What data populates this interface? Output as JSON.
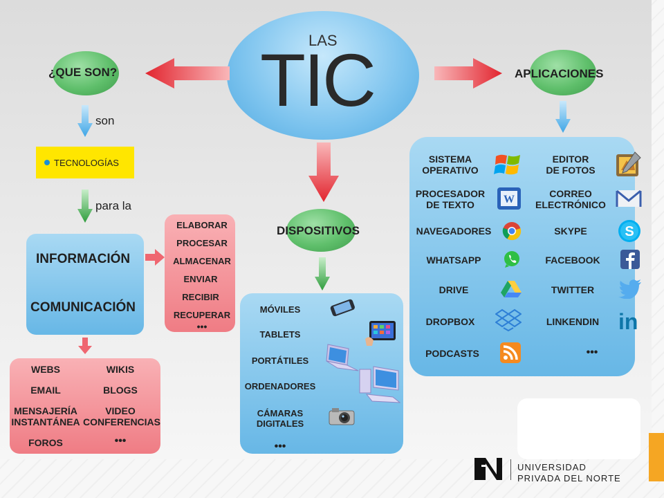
{
  "center": {
    "las": "LAS",
    "tic": "TIC"
  },
  "que_son": "¿QUE SON?",
  "son": "son",
  "tecnologias": "TECNOLOGÍAS",
  "para_la": "para la",
  "info_box": {
    "informacion": "INFORMACIÓN",
    "comunicacion": "COMUNICACIÓN"
  },
  "acciones": [
    "ELABORAR",
    "PROCESAR",
    "ALMACENAR",
    "ENVIAR",
    "RECIBIR",
    "RECUPERAR",
    "•••"
  ],
  "servicios": {
    "webs": "WEBS",
    "wikis": "WIKIS",
    "email": "EMAIL",
    "blogs": "BLOGS",
    "mensajeria": [
      "MENSAJERÍA",
      "INSTANTÁNEA"
    ],
    "video": [
      "VIDEO",
      "CONFERENCIAS"
    ],
    "foros": "FOROS",
    "more": "•••"
  },
  "dispositivos": {
    "title": "DISPOSITIVOS",
    "items": [
      "MÓVILES",
      "TABLETS",
      "PORTÁTILES",
      "ORDENADORES"
    ],
    "camaras": [
      "CÁMARAS",
      "DIGITALES"
    ],
    "more": "•••"
  },
  "aplicaciones": {
    "title": "APLICACIONES",
    "left": [
      [
        "SISTEMA",
        "OPERATIVO"
      ],
      [
        "PROCESADOR",
        "DE TEXTO"
      ],
      [
        "NAVEGADORES"
      ],
      [
        "WHATSAPP"
      ],
      [
        "DRIVE"
      ],
      [
        "DROPBOX"
      ],
      [
        "PODCASTS"
      ]
    ],
    "right": [
      [
        "EDITOR",
        "DE FOTOS"
      ],
      [
        "CORREO",
        "ELECTRÓNICO"
      ],
      [
        "SKYPE"
      ],
      [
        "FACEBOOK"
      ],
      [
        "TWITTER"
      ],
      [
        "LINKENDIN"
      ],
      [
        "•••"
      ]
    ]
  },
  "logo": {
    "line1": "UNIVERSIDAD",
    "line2": "PRIVADA DEL NORTE"
  },
  "colors": {
    "green": "#5fbf6b",
    "blue": "#67b7e6",
    "pink": "#ef7c84",
    "yellow": "#ffe600",
    "arrow_red": "#e8343f",
    "logo_orange": "#f5a623"
  }
}
